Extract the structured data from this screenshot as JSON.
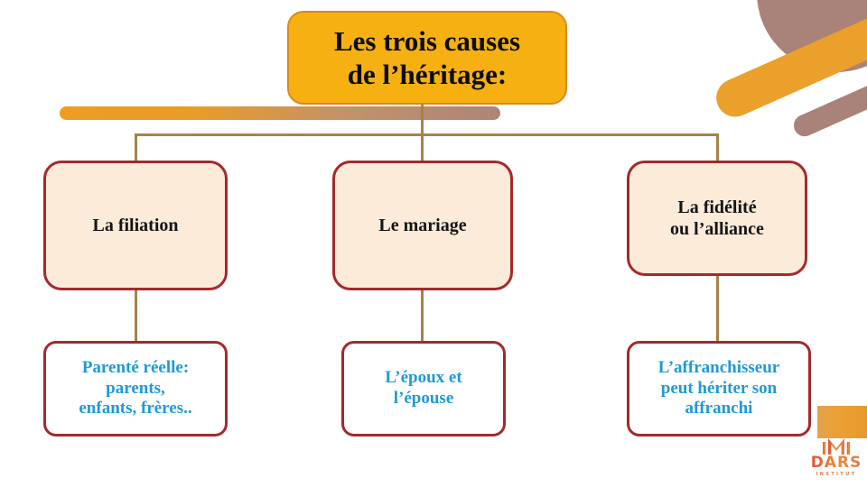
{
  "title": {
    "line1": "Les trois causes",
    "line2": "de l’héritage:"
  },
  "causes": [
    {
      "label": "La filiation"
    },
    {
      "label": "Le mariage"
    },
    {
      "label_line1": "La fidélité",
      "label_line2": "ou l’alliance"
    }
  ],
  "details": [
    {
      "line1": "Parenté réelle:",
      "line2": "parents,",
      "line3": "enfants, frères.."
    },
    {
      "line1": "L’époux et",
      "line2": "l’épouse"
    },
    {
      "line1": "L’affranchisseur",
      "line2": "peut hériter son",
      "line3": "affranchi"
    }
  ],
  "logo": {
    "wordmark": "DARS",
    "subtitle": "INSTITUT"
  },
  "colors": {
    "title_fill": "#F6B011",
    "title_border": "#D9881C",
    "cause_fill": "#FCEBD8",
    "node_border": "#A32A2C",
    "detail_text": "#1E9AD6",
    "connector": "#A5834A",
    "deco_orange": "#EBA02C",
    "deco_mauve": "#A98379"
  }
}
